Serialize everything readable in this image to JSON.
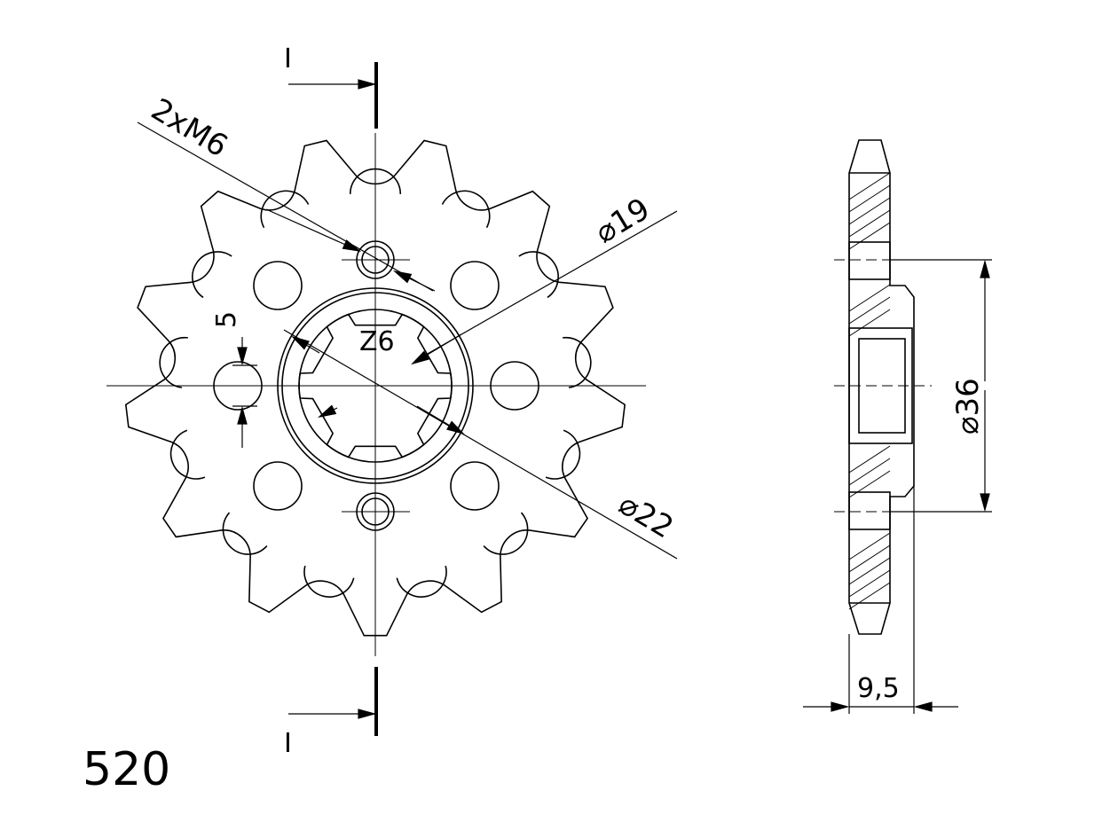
{
  "drawing": {
    "chain_size": "520",
    "teeth_count": 13,
    "labels": {
      "thread": "2xM6",
      "bolt_circle": "⌀19",
      "spline": "Z6",
      "hole_offset": "5",
      "bore": "⌀22",
      "hub_diameter": "⌀36",
      "thickness": "9,5",
      "section_mark_top": "I",
      "section_mark_bottom": "I"
    },
    "colors": {
      "line": "#000000",
      "background": "#ffffff"
    }
  }
}
